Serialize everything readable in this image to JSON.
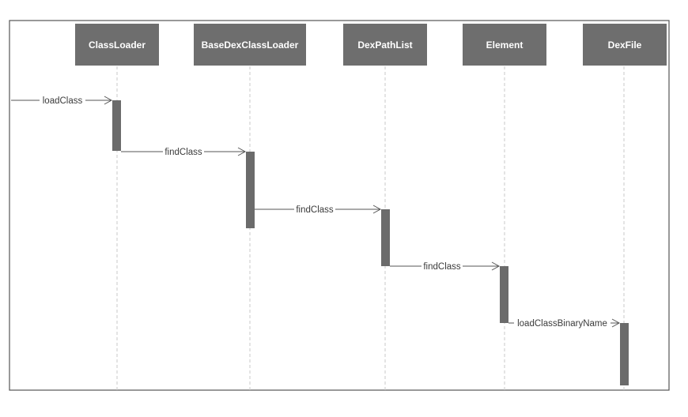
{
  "participants": [
    {
      "name": "ClassLoader"
    },
    {
      "name": "BaseDexClassLoader"
    },
    {
      "name": "DexPathList"
    },
    {
      "name": "Element"
    },
    {
      "name": "DexFile"
    }
  ],
  "messages": [
    {
      "label": "loadClass",
      "from": "external",
      "to": "ClassLoader"
    },
    {
      "label": "findClass",
      "from": "ClassLoader",
      "to": "BaseDexClassLoader"
    },
    {
      "label": "findClass",
      "from": "BaseDexClassLoader",
      "to": "DexPathList"
    },
    {
      "label": "findClass",
      "from": "DexPathList",
      "to": "Element"
    },
    {
      "label": "loadClassBinaryName",
      "from": "Element",
      "to": "DexFile"
    }
  ],
  "colors": {
    "header_fill": "#6e6e6e",
    "header_text": "#ffffff",
    "activation": "#6b6b6b",
    "lifeline": "#c8c8c8",
    "arrow": "#555555"
  }
}
